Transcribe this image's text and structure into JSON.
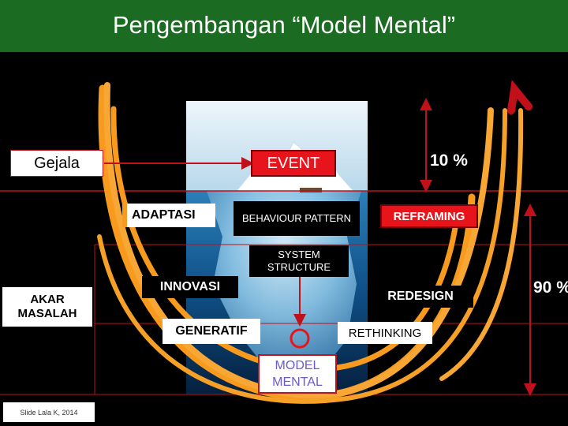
{
  "title": "Pengembangan “Model Mental”",
  "labels": {
    "gejala": "Gejala",
    "event": "EVENT",
    "adaptasi": "ADAPTASI",
    "behaviour": "BEHAVIOUR PATTERN",
    "reframing": "REFRAMING",
    "system": "SYSTEM STRUCTURE",
    "innovasi": "INNOVASI",
    "akar": "AKAR MASALAH",
    "redesign": "REDESIGN",
    "generatif": "GENERATIF",
    "rethinking": "RETHINKING",
    "model_mental": "MODEL MENTAL",
    "ten_percent": "10 %",
    "ninety_percent": "90 %",
    "credit": "Slide Lala K, 2014"
  },
  "colors": {
    "title_bar": "#1c6b22",
    "accent_red": "#e8141c",
    "arrow_red": "#c0101a",
    "curve_orange": "#f79a1e",
    "model_mental_text": "#6a5acd"
  }
}
